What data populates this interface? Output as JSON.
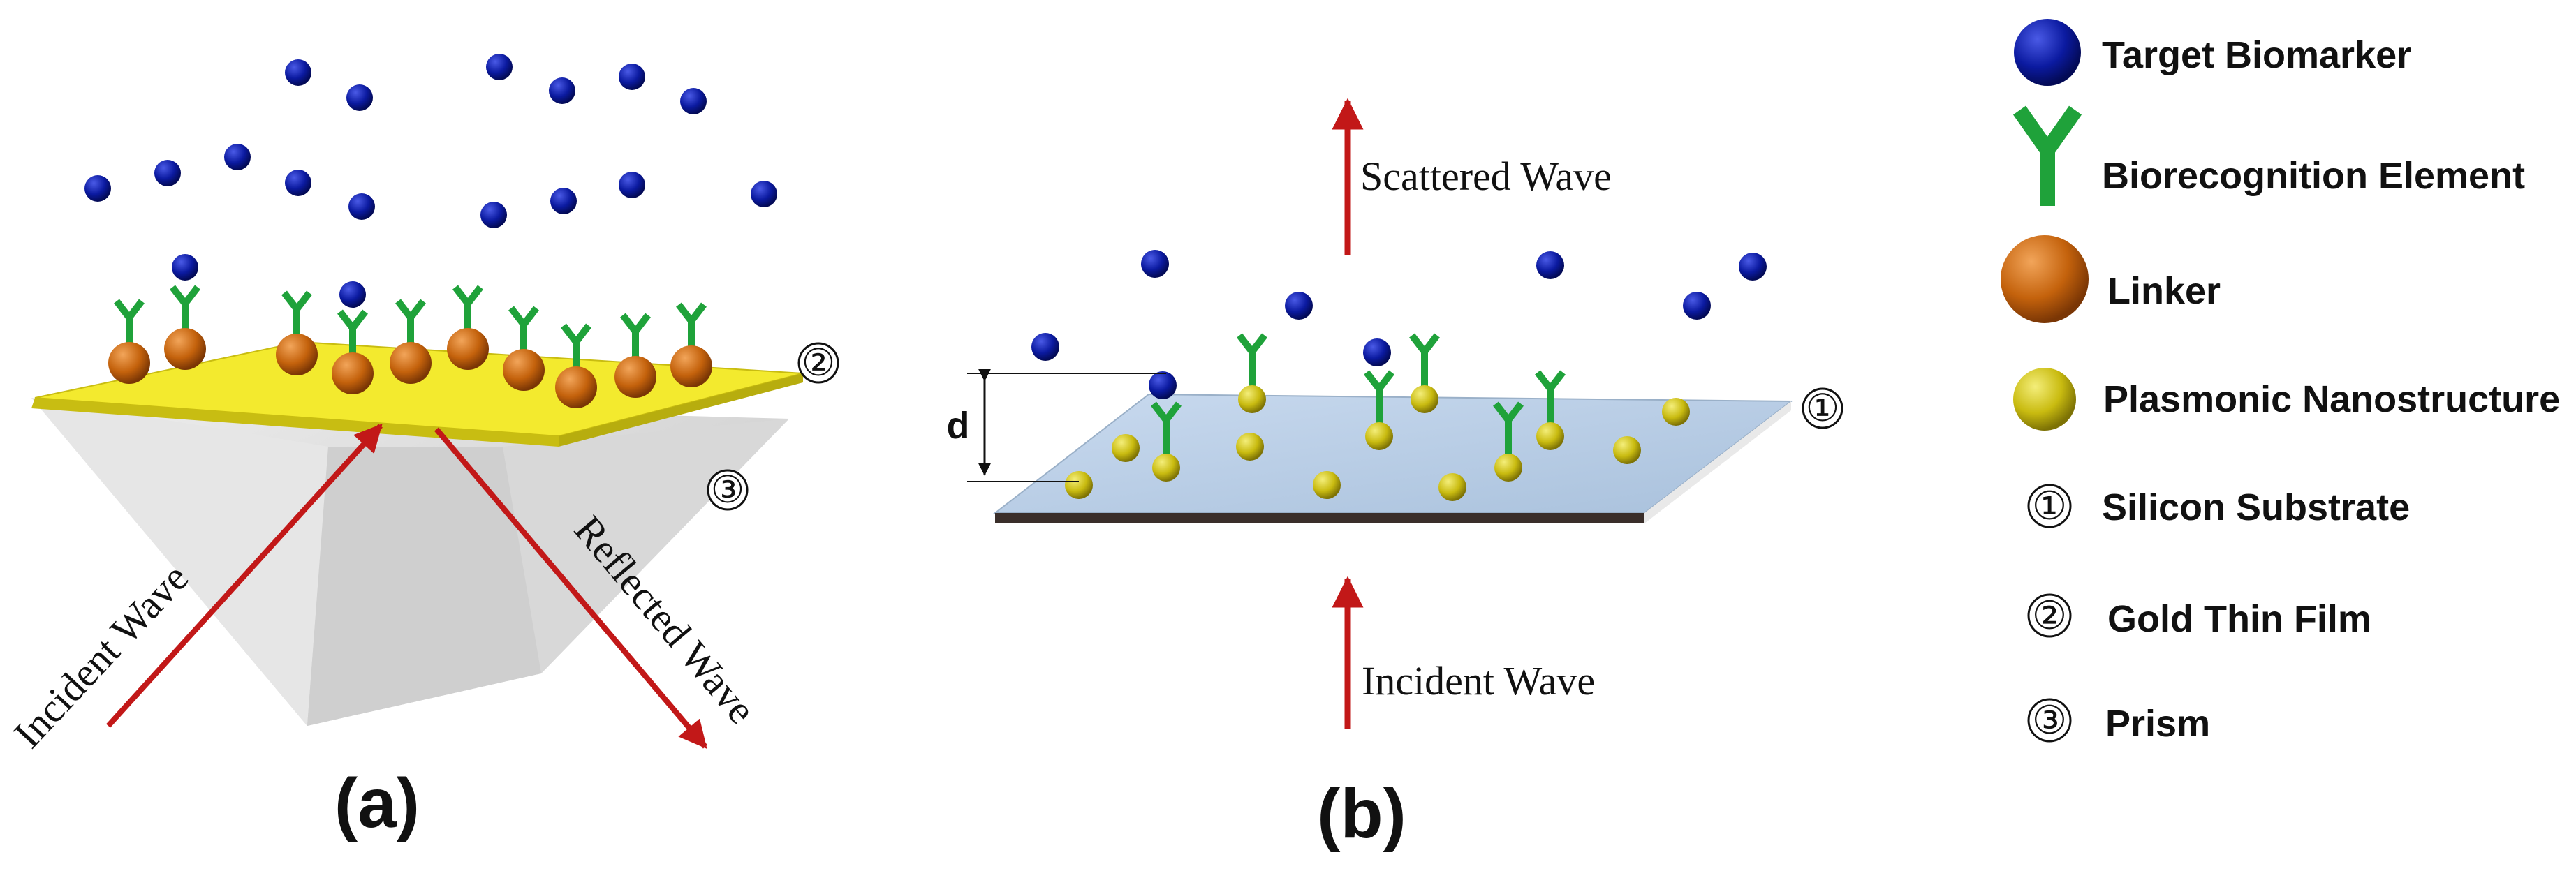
{
  "panel_a": {
    "label": "(a)",
    "incident_label": "Incident Wave",
    "reflected_label": "Reflected Wave",
    "marker_gold": "②",
    "marker_prism": "③"
  },
  "panel_b": {
    "label": "(b)",
    "scattered_label": "Scattered Wave",
    "incident_label": "Incident Wave",
    "distance_label": "d",
    "marker_substrate": "①"
  },
  "legend": {
    "items": [
      {
        "symbol": "biomarker",
        "label": "Target Biomarker"
      },
      {
        "symbol": "biorecognition",
        "label": "Biorecognition Element"
      },
      {
        "symbol": "linker",
        "label": "Linker"
      },
      {
        "symbol": "nanostructure",
        "label": "Plasmonic Nanostructure"
      },
      {
        "symbol": "①",
        "label": "Silicon Substrate"
      },
      {
        "symbol": "②",
        "label": "Gold Thin Film"
      },
      {
        "symbol": "③",
        "label": "Prism"
      }
    ]
  },
  "colors": {
    "biomarker": "#0b1aa0",
    "biorecognition": "#1fa23a",
    "linker": "#c4620c",
    "nanostructure": "#c9bb10",
    "gold_film": "#f3ea2e",
    "prism": "#d9d9d9",
    "substrate": "#bcd1e8",
    "wave": "#c21818"
  }
}
